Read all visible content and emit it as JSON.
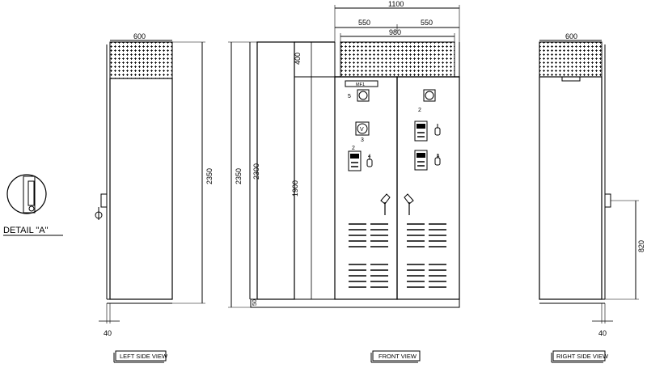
{
  "left_view": {
    "dim_width": "600",
    "dim_height": "2350",
    "dim_base": "40",
    "caption": "LEFT SIDE VIEW"
  },
  "front_view": {
    "dim_overall": "1100",
    "dim_half_left": "550",
    "dim_half_right": "550",
    "dim_inner": "980",
    "dim_top_section": "400",
    "dim_height_total": "2350",
    "dim_height_body": "2300",
    "dim_door": "1900",
    "dim_base": "50",
    "nameplate": "MF1",
    "callout_5": "5",
    "callout_2a": "2",
    "callout_3": "3",
    "callout_2b": "2",
    "callout_4a": "4",
    "callout_4b": "4",
    "caption": "FRONT VIEW"
  },
  "right_view": {
    "dim_width": "600",
    "dim_handle": "820",
    "dim_base": "40",
    "caption": "RIGHT SIDE VIEW"
  },
  "detail": {
    "caption": "DETAIL \"A\""
  },
  "meter_symbol": "V"
}
